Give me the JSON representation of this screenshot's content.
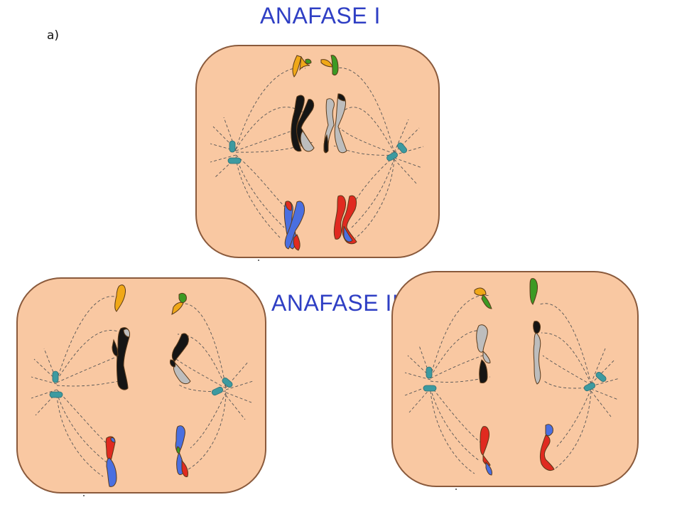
{
  "figure_label": "a)",
  "stages": [
    {
      "title": "ANAFASE I"
    },
    {
      "title": "ANAFASE II"
    }
  ],
  "colors": {
    "title": "#2f3fc4",
    "cell_fill": "#f9c8a2",
    "cell_border": "#8a5a3c",
    "spindle": "#555555",
    "centriole": "#3d9aa0",
    "chromatid_orange": "#f0a818",
    "chromatid_green": "#3c9a24",
    "chromatid_black": "#151515",
    "chromatid_gray": "#bdbdbd",
    "chromatid_blue": "#4a6fe0",
    "chromatid_red": "#e02a20"
  }
}
